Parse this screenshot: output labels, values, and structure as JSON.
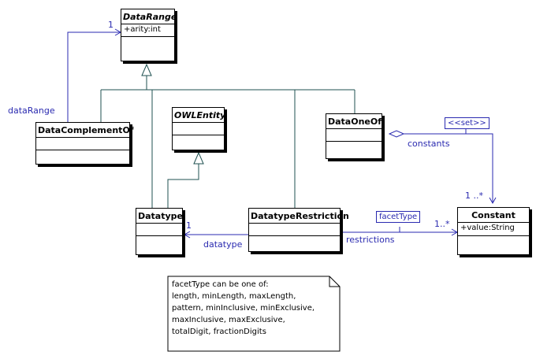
{
  "classes": {
    "data_range": {
      "name": "DataRange",
      "attribute": "+arity:int"
    },
    "owl_entity": {
      "name": "OWLEntity"
    },
    "data_complement_of": {
      "name": "DataComplementOf"
    },
    "data_one_of": {
      "name": "DataOneOf"
    },
    "datatype": {
      "name": "Datatype"
    },
    "datatype_restriction": {
      "name": "DatatypeRestriction"
    },
    "constant": {
      "name": "Constant",
      "attribute": "+value:String"
    }
  },
  "labels": {
    "data_range_role": "dataRange",
    "data_range_mult": "1",
    "constants_role": "constants",
    "constants_mult": "1 ..*",
    "set_tag": "<<set>>",
    "facet_type_tag": "facetType",
    "restrictions_role": "restrictions",
    "restrictions_mult": "1..*",
    "datatype_role": "datatype",
    "datatype_mult": "1"
  },
  "note": {
    "lines": [
      "facetType can be one of:",
      "length, minLength, maxLength,",
      "pattern, minInclusive, minExclusive,",
      "maxInclusive, maxExclusive,",
      "totalDigit, fractionDigits"
    ]
  },
  "colors": {
    "association": "#2a2ab0",
    "generalization": "#1f5050",
    "label": "#2a2ab0"
  }
}
